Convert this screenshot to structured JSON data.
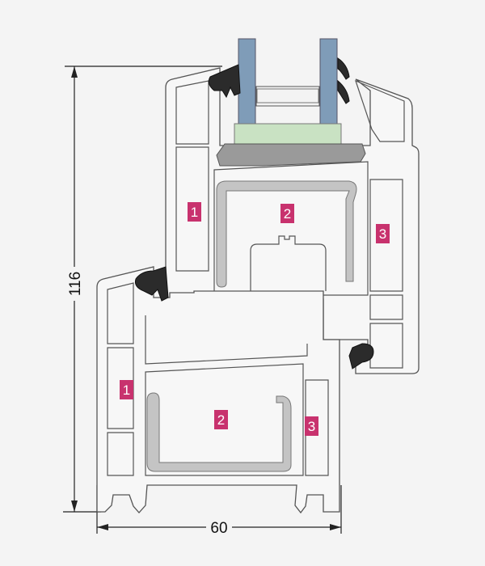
{
  "dimensions": {
    "height_label": "116",
    "width_label": "60"
  },
  "chamber_labels": {
    "sash": [
      "1",
      "2",
      "3"
    ],
    "frame": [
      "1",
      "2",
      "3"
    ]
  },
  "colors": {
    "label_bg": "#c8326e",
    "glass": "#7f9cb8",
    "glazing_block": "#c9e2c3",
    "setting_block": "#9a9a9a",
    "gasket": "#2b2b2b",
    "steel": "#c4c4c4"
  }
}
